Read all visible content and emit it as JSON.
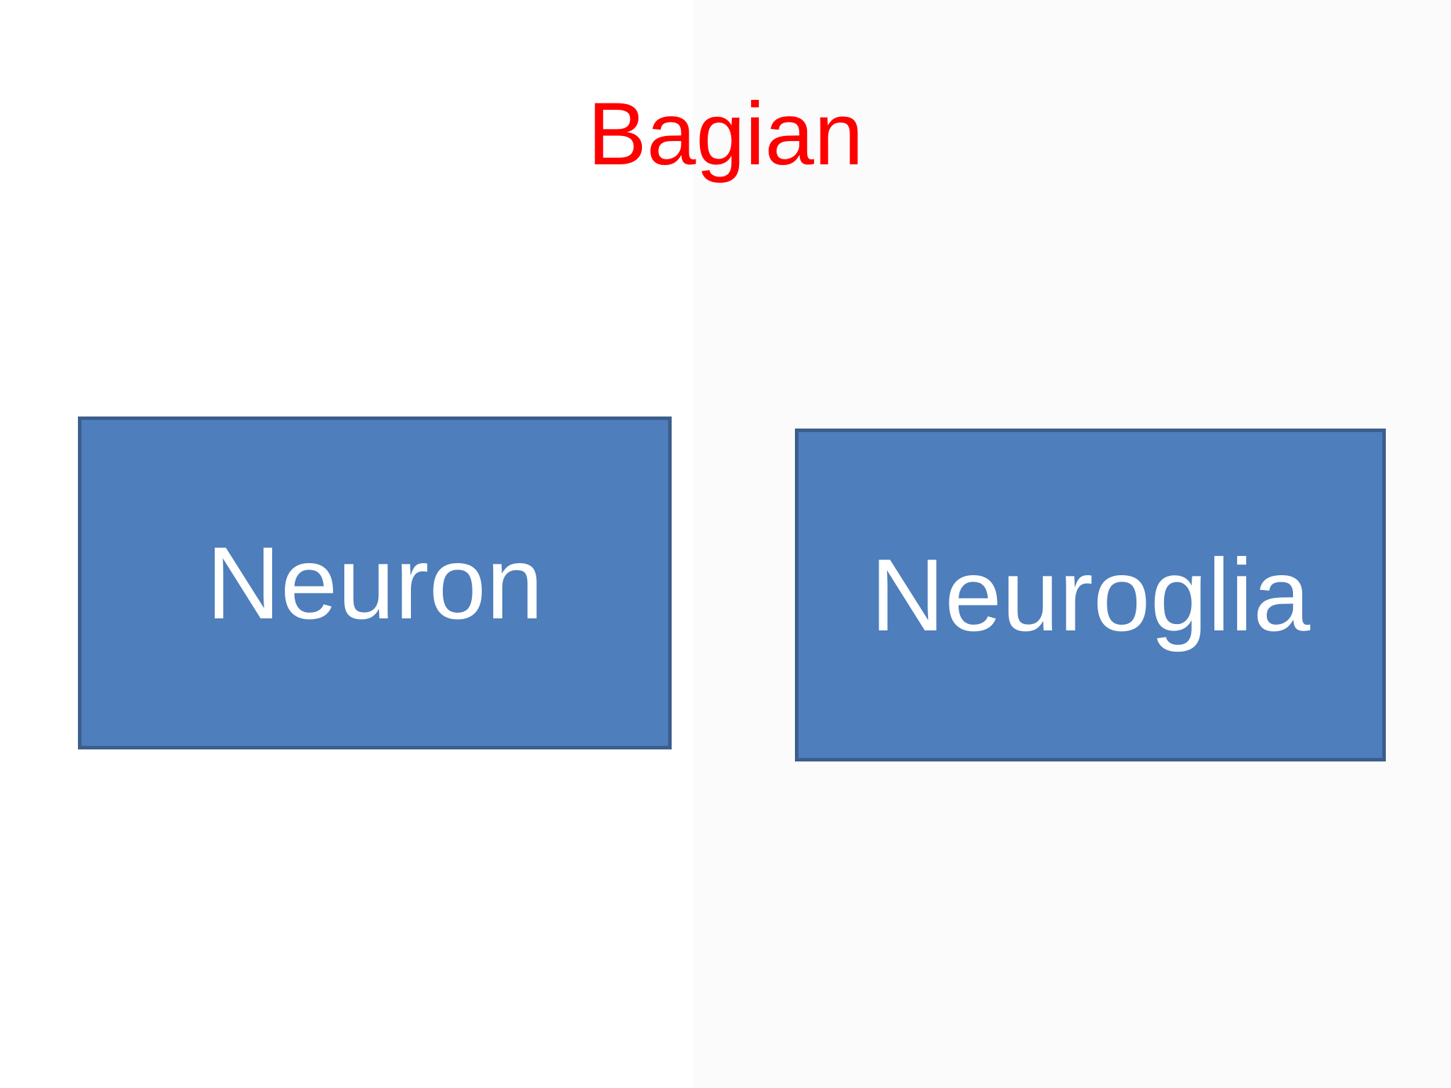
{
  "slide": {
    "background_color": "#ffffff",
    "title": {
      "text": "Bagian",
      "color": "#fe0000"
    },
    "boxes": [
      {
        "id": "neuron",
        "label": "Neuron",
        "fill_color": "#4e7ebb",
        "border_color": "#3c5e8c",
        "text_color": "#ffffff"
      },
      {
        "id": "neuroglia",
        "label": "Neuroglia",
        "fill_color": "#4e7ebb",
        "border_color": "#3c5e8c",
        "text_color": "#ffffff"
      }
    ]
  }
}
